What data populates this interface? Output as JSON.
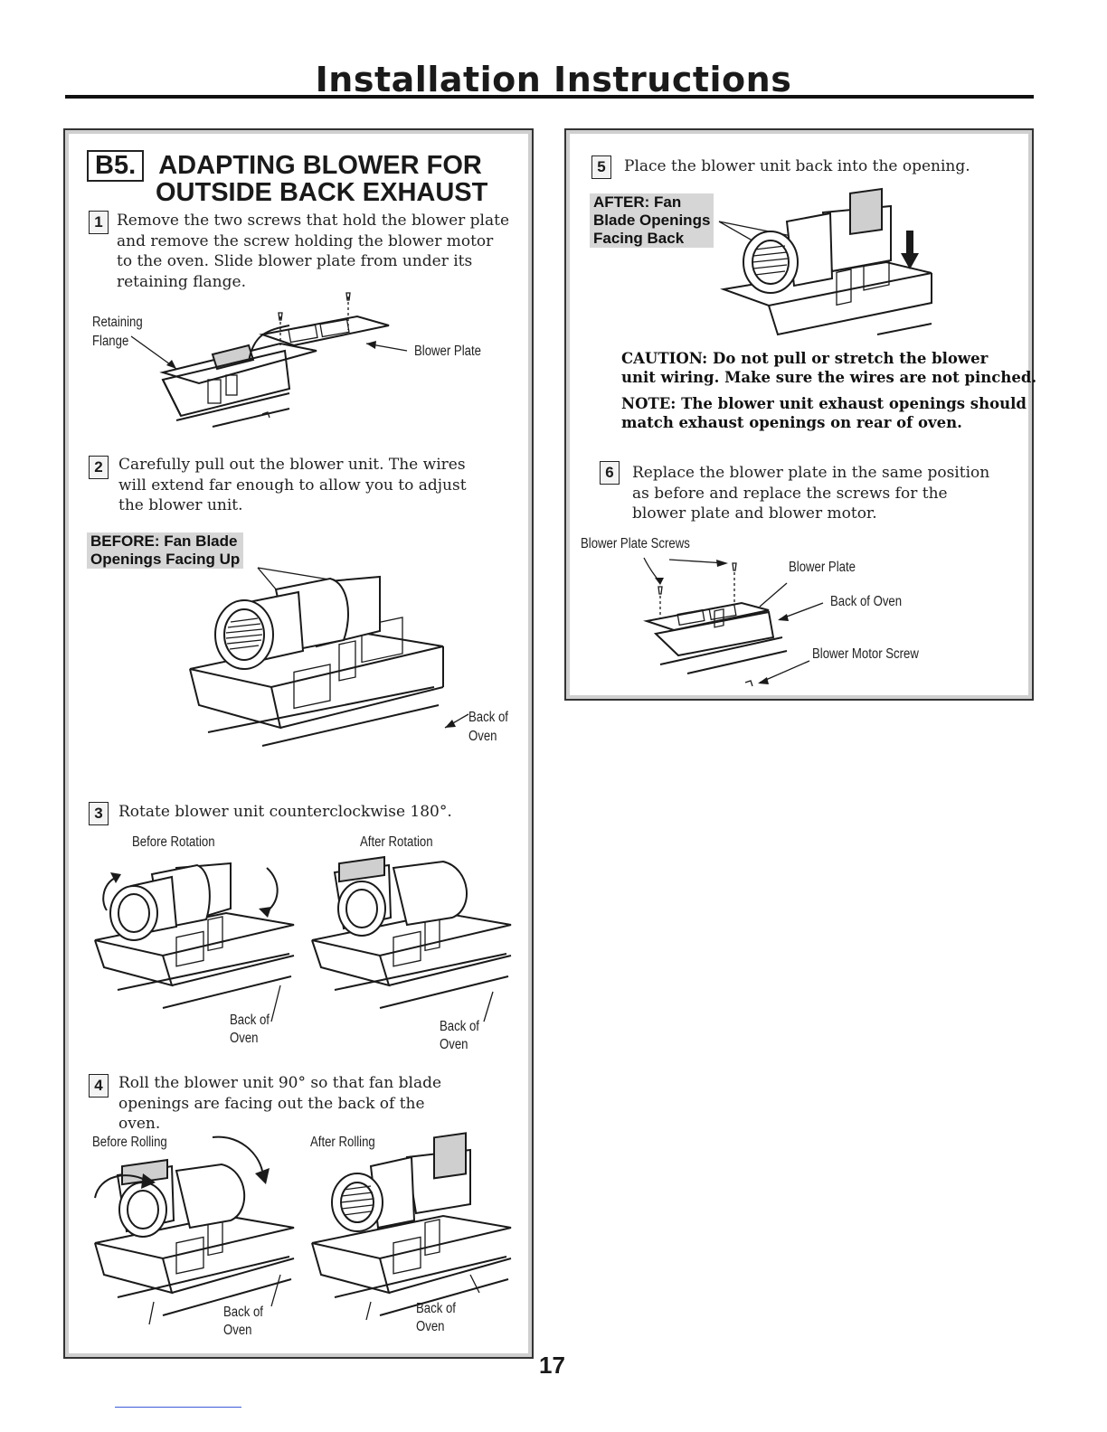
{
  "page": {
    "title": "Installation Instructions",
    "page_number": "17"
  },
  "section": {
    "badge": "B5.",
    "heading_line1": "ADAPTING BLOWER FOR",
    "heading_line2": "OUTSIDE BACK EXHAUST"
  },
  "steps": [
    {
      "num": "1",
      "text_lines": [
        "Remove the two screws that hold the blower plate",
        "and remove the screw holding the blower motor",
        "to the oven. Slide blower plate from under its",
        "retaining flange."
      ]
    },
    {
      "num": "2",
      "text_lines": [
        "Carefully pull out the blower unit. The wires",
        "will extend far enough to allow you to adjust",
        "the blower unit."
      ]
    },
    {
      "num": "3",
      "text_lines": [
        "Rotate blower unit counterclockwise 180°."
      ]
    },
    {
      "num": "4",
      "text_lines": [
        "Roll the blower unit 90° so that fan blade",
        "openings are facing out the back of the",
        "oven."
      ]
    },
    {
      "num": "5",
      "text_lines": [
        "Place the blower unit back into the opening."
      ]
    },
    {
      "num": "6",
      "text_lines": [
        "Replace the blower plate in the same position",
        "as before and replace the screws for the",
        "blower plate and blower motor."
      ]
    }
  ],
  "figure_labels": {
    "retaining": "Retaining",
    "flange": "Flange",
    "blower_plate": "Blower Plate",
    "before_callout_1": "BEFORE: Fan Blade",
    "before_callout_2": "Openings Facing Up",
    "back_of": "Back of",
    "oven": "Oven",
    "before_rotation": "Before Rotation",
    "after_rotation": "After Rotation",
    "before_rolling": "Before Rolling",
    "after_rolling": "After Rolling",
    "after_callout_1": "AFTER: Fan",
    "after_callout_2": "Blade Openings",
    "after_callout_3": "Facing Back",
    "blower_plate_screws": "Blower Plate Screws",
    "back_of_oven": "Back of Oven",
    "blower_motor_screw": "Blower Motor Screw"
  },
  "caution": {
    "line1": "CAUTION: Do not pull or stretch the blower",
    "line2": "unit wiring. Make sure the wires are not pinched.",
    "note1": "NOTE: The blower unit exhaust openings should",
    "note2": "match exhaust openings on rear of oven."
  }
}
